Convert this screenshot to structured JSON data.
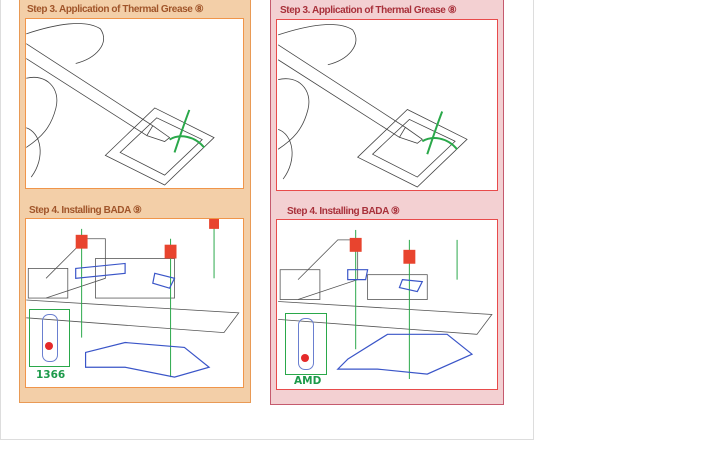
{
  "panels": [
    {
      "step3_title": "Step 3. Application of Thermal Grease ⑧",
      "step4_title": "Step 4. Installing BADA ⑨",
      "socket_label": "1366"
    },
    {
      "step3_title": "Step 3. Application of Thermal Grease ⑧",
      "step4_title": "Step 4. Installing BADA ⑨",
      "socket_label": "AMD"
    }
  ],
  "colors": {
    "orange_panel": "#f3cfa8",
    "red_panel": "#f3d0d2",
    "grease": "#2aa84a",
    "screw": "#e8442e",
    "bracket": "#3a55c8"
  }
}
